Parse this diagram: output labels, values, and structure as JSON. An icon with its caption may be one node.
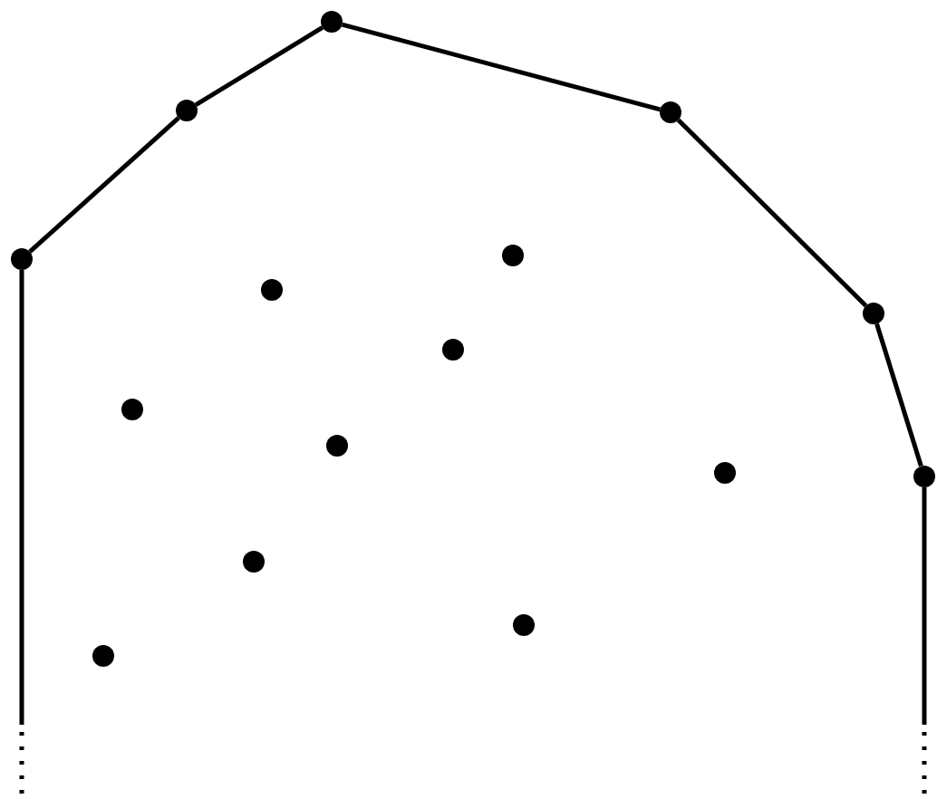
{
  "diagram": {
    "nodes": [
      {
        "text": [],
        "shape": "circle"
      },
      {
        "text": [],
        "shape": "circle"
      },
      {
        "text": [],
        "shape": "circle"
      },
      {
        "text": [],
        "shape": "circle"
      },
      {
        "text": [],
        "shape": "circle"
      },
      {
        "text": [],
        "shape": "circle"
      },
      {
        "text": [],
        "shape": "circle"
      },
      {
        "text": [],
        "shape": "circle"
      },
      {
        "text": [],
        "shape": "circle"
      },
      {
        "text": [],
        "shape": "circle"
      },
      {
        "text": [],
        "shape": "circle"
      },
      {
        "text": [],
        "shape": "circle"
      },
      {
        "text": [],
        "shape": "circle"
      },
      {
        "text": [],
        "shape": "circle"
      },
      {
        "text": [],
        "shape": "circle"
      }
    ],
    "edges": [
      {
        "from": 0,
        "to": null,
        "arrow": "none"
      },
      {
        "from": 0,
        "to": 3,
        "arrow": "none"
      },
      {
        "from": 3,
        "to": 6,
        "arrow": "none"
      },
      {
        "from": 6,
        "to": 11,
        "arrow": "none"
      },
      {
        "from": 11,
        "to": 13,
        "arrow": "none"
      },
      {
        "from": 13,
        "to": 14,
        "arrow": "none"
      },
      {
        "from": 14,
        "to": null,
        "arrow": "none"
      }
    ]
  }
}
